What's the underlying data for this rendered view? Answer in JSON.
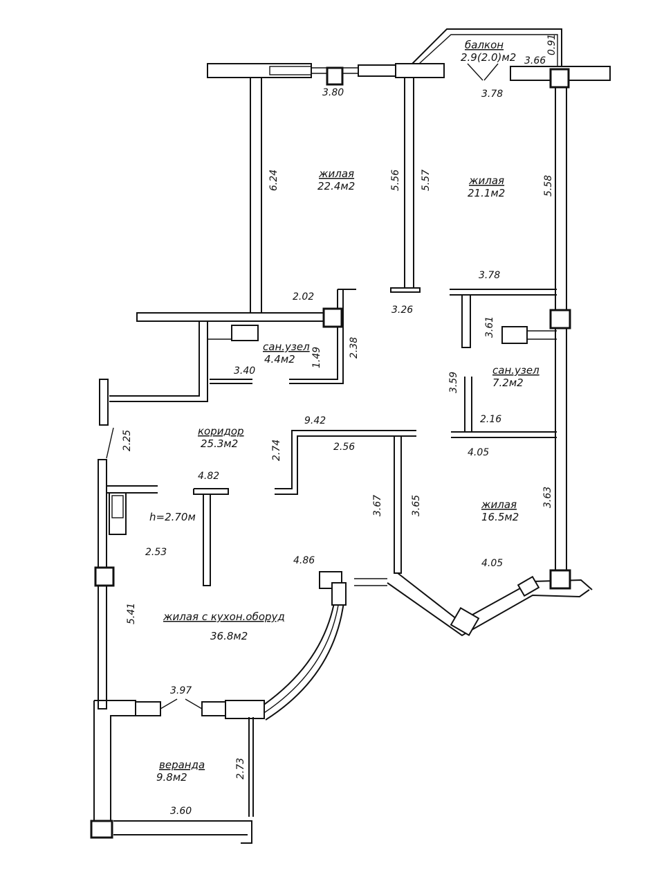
{
  "rooms": {
    "balcony": {
      "name": "балкон",
      "area": "2.9(2.0)м2"
    },
    "living_left": {
      "name": "жилая",
      "area": "22.4м2"
    },
    "living_right": {
      "name": "жилая",
      "area": "21.1м2"
    },
    "bath_left": {
      "name": "сан.узел",
      "area": "4.4м2"
    },
    "bath_right": {
      "name": "сан.узел",
      "area": "7.2м2"
    },
    "corridor": {
      "name": "коридор",
      "area": "25.3м2"
    },
    "living_small": {
      "name": "жилая",
      "area": "16.5м2"
    },
    "kitchen_living": {
      "name": "жилая с кухон.оборуд",
      "area": "36.8м2"
    },
    "veranda": {
      "name": "веранда",
      "area": "9.8м2"
    }
  },
  "ceiling_height": "h=2.70м",
  "dimensions": {
    "d_091": "0.91",
    "d_366": "3.66",
    "d_380": "3.80",
    "d_378_top": "3.78",
    "d_624": "6.24",
    "d_556": "5.56",
    "d_557": "5.57",
    "d_558": "5.58",
    "d_378_mid": "3.78",
    "d_202": "2.02",
    "d_326": "3.26",
    "d_238": "2.38",
    "d_149": "1.49",
    "d_340": "3.40",
    "d_361": "3.61",
    "d_359": "3.59",
    "d_216": "2.16",
    "d_225": "2.25",
    "d_942": "9.42",
    "d_274": "2.74",
    "d_256": "2.56",
    "d_405_top": "4.05",
    "d_482": "4.82",
    "d_367": "3.67",
    "d_365": "3.65",
    "d_363": "3.63",
    "d_253": "2.53",
    "d_486": "4.86",
    "d_405_bottom": "4.05",
    "d_541": "5.41",
    "d_397": "3.97",
    "d_273": "2.73",
    "d_360": "3.60"
  }
}
